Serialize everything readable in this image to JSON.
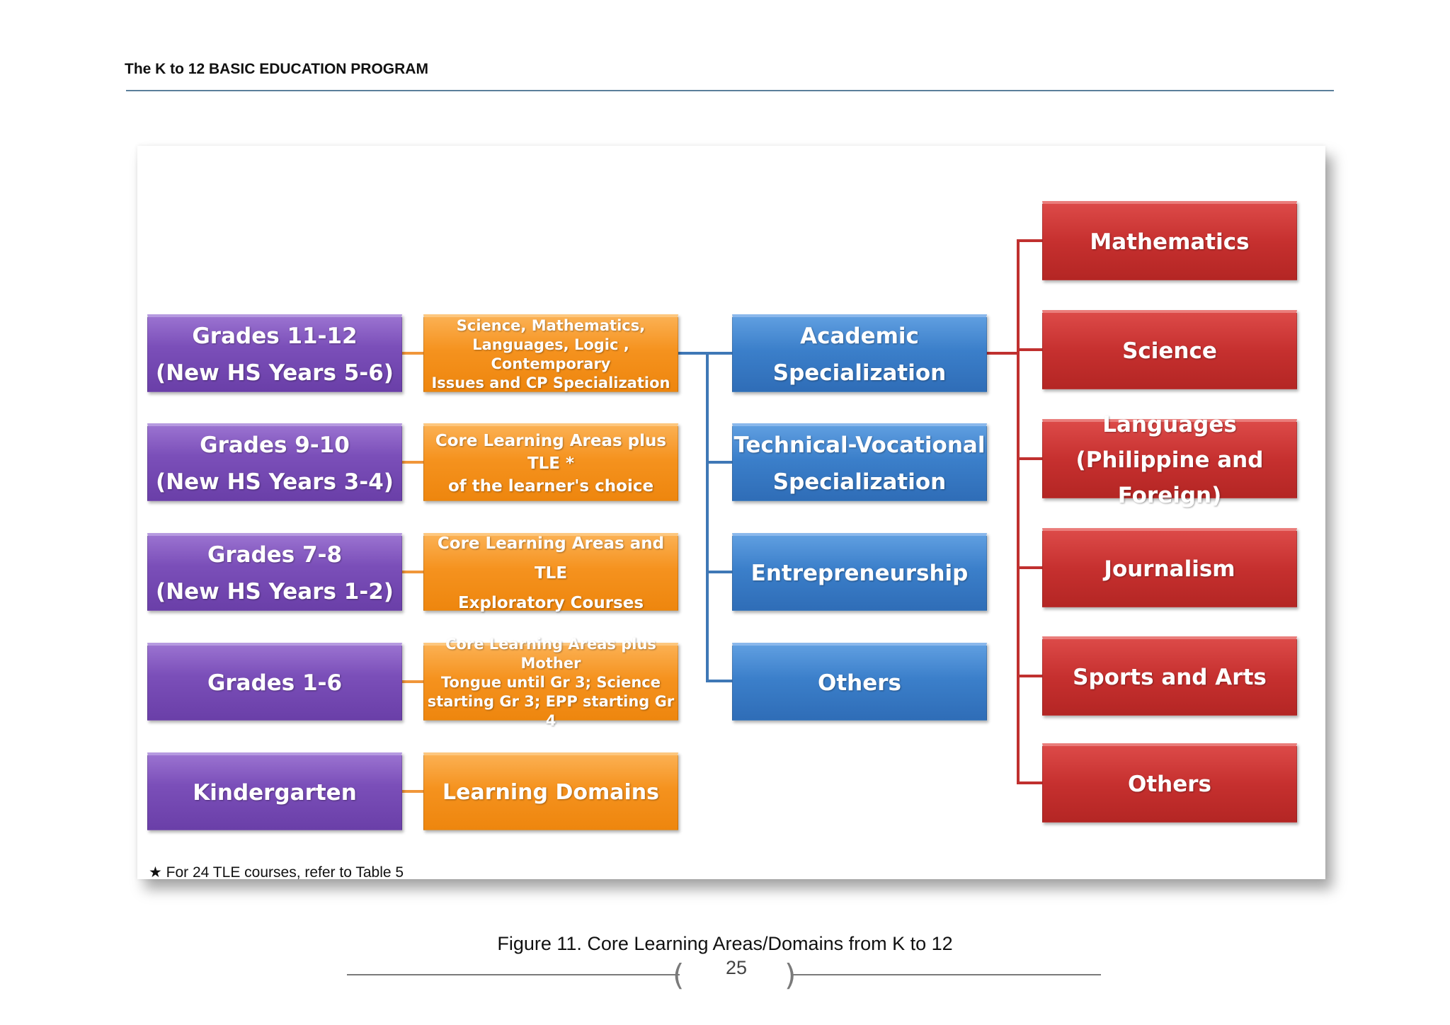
{
  "header": {
    "title": "The K to 12 BASIC EDUCATION PROGRAM"
  },
  "diagram": {
    "grade_levels": [
      {
        "lines": [
          "Grades 11-12",
          "(New HS Years 5-6)"
        ]
      },
      {
        "lines": [
          "Grades 9-10",
          "(New HS Years 3-4)"
        ]
      },
      {
        "lines": [
          "Grades 7-8",
          "(New HS Years 1-2)"
        ]
      },
      {
        "lines": [
          "Grades 1-6"
        ]
      },
      {
        "lines": [
          "Kindergarten"
        ]
      }
    ],
    "learning_areas": [
      {
        "lines": [
          "Science, Mathematics,",
          "Languages, Logic , Contemporary",
          "Issues and CP Specialization"
        ]
      },
      {
        "lines": [
          "Core Learning Areas plus TLE *",
          "of the learner's choice"
        ]
      },
      {
        "lines": [
          "Core Learning Areas and TLE",
          "Exploratory Courses"
        ]
      },
      {
        "lines": [
          "Core Learning Areas plus Mother",
          "Tongue until Gr 3; Science",
          "starting Gr 3; EPP starting Gr 4"
        ]
      },
      {
        "lines": [
          "Learning Domains"
        ]
      }
    ],
    "specializations": [
      {
        "lines": [
          "Academic",
          "Specialization"
        ]
      },
      {
        "lines": [
          "Technical-Vocational",
          "Specialization"
        ]
      },
      {
        "lines": [
          "Entrepreneurship"
        ]
      },
      {
        "lines": [
          "Others"
        ]
      }
    ],
    "academic_areas": [
      {
        "lines": [
          "Mathematics"
        ]
      },
      {
        "lines": [
          "Science"
        ]
      },
      {
        "lines": [
          "Languages",
          "(Philippine and Foreign)"
        ]
      },
      {
        "lines": [
          "Journalism"
        ]
      },
      {
        "lines": [
          "Sports and Arts"
        ]
      },
      {
        "lines": [
          "Others"
        ]
      }
    ],
    "colors": {
      "grade": "#7b4fb9",
      "area": "#f5921e",
      "specialization": "#3b7fca",
      "academic": "#c6302f"
    },
    "footnote": "★ For 24 TLE courses, refer to Table 5"
  },
  "caption": "Figure 11.  Core Learning Areas/Domains from K to 12",
  "footer": {
    "page_number": "25"
  }
}
